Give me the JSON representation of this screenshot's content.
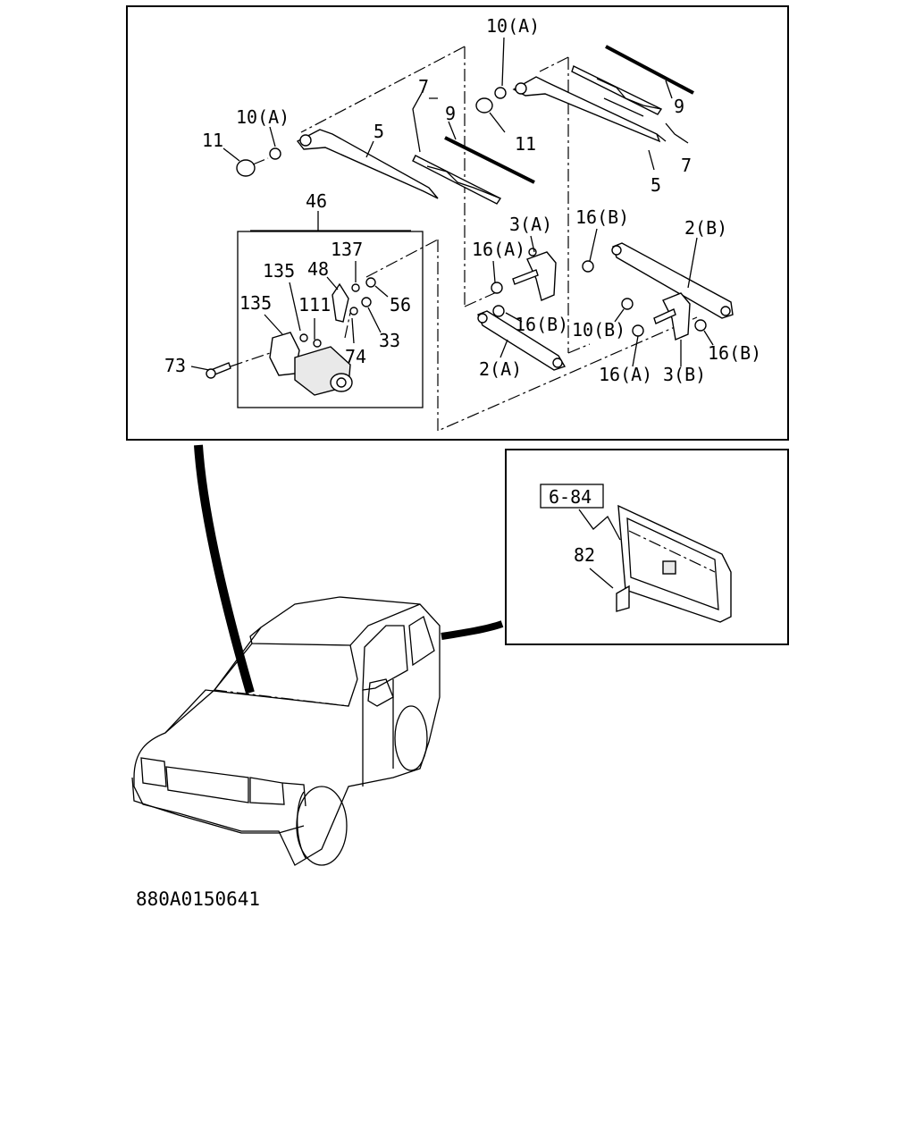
{
  "diagram_code": "880A0150641",
  "labels": {
    "p10a_top": "10(A)",
    "p9_right": "9",
    "p7_right": "7",
    "p5_right": "5",
    "p11_right": "11",
    "p10a_left": "10(A)",
    "p11_left": "11",
    "p5_left": "5",
    "p7_left": "7",
    "p9_left": "9",
    "p46": "46",
    "p137": "137",
    "p135_a": "135",
    "p48": "48",
    "p56": "56",
    "p135_b": "135",
    "p111": "111",
    "p33": "33",
    "p74": "74",
    "p73": "73",
    "p3a": "3(A)",
    "p16a_top": "16(A)",
    "p16b_top": "16(B)",
    "p2b": "2(B)",
    "p16b_mid": "16(B)",
    "p10b": "10(B)",
    "p16b_right": "16(B)",
    "p2a": "2(A)",
    "p16a_bottom": "16(A)",
    "p3b": "3(B)",
    "ref_box": "6-84",
    "p82": "82"
  },
  "colors": {
    "ink": "#000000",
    "paper": "#ffffff"
  }
}
